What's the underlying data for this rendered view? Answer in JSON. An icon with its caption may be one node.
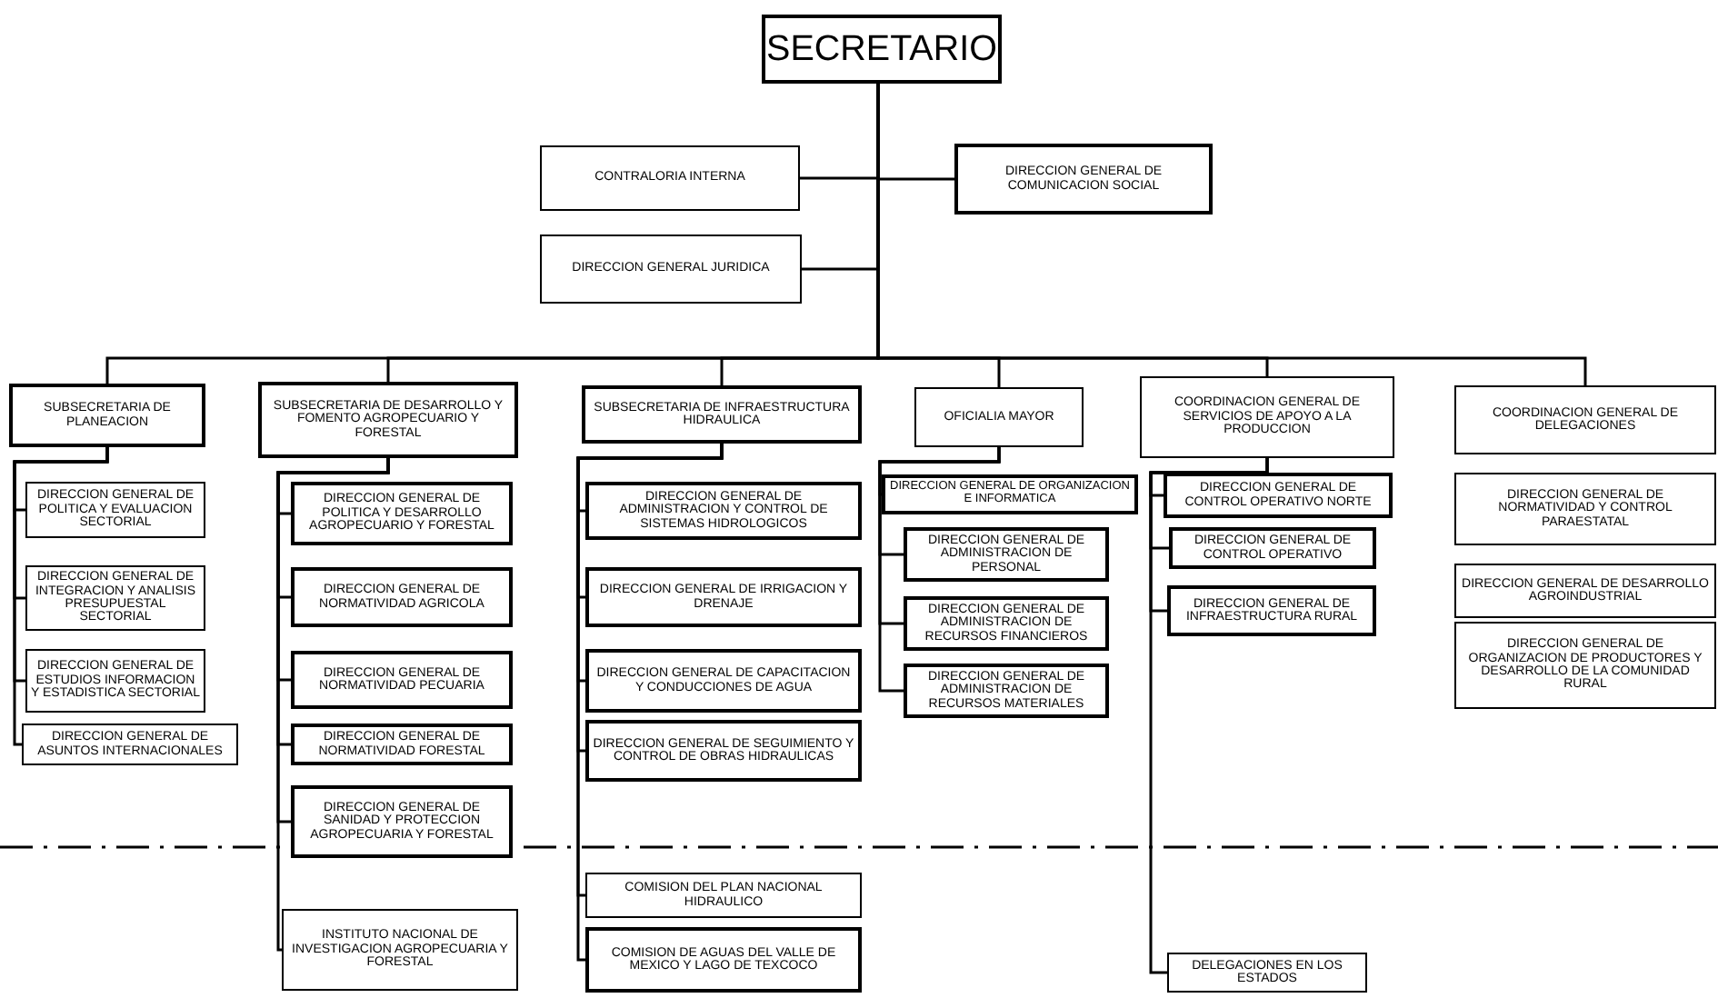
{
  "diagram": {
    "nodes": [
      {
        "text": [
          "SECRETARIO"
        ]
      },
      {
        "text": [
          "CONTRALORIA INTERNA"
        ]
      },
      {
        "text": [
          "DIRECCION GENERAL DE COMUNICACION SOCIAL"
        ]
      },
      {
        "text": [
          "DIRECCION GENERAL JURIDICA"
        ]
      },
      {
        "text": [
          "SUBSECRETARIA DE PLANEACION"
        ]
      },
      {
        "text": [
          "SUBSECRETARIA DE DESARROLLO Y FOMENTO AGROPECUARIO Y FORESTAL"
        ]
      },
      {
        "text": [
          "SUBSECRETARIA DE INFRAESTRUCTURA HIDRAULICA"
        ]
      },
      {
        "text": [
          "OFICIALIA MAYOR"
        ]
      },
      {
        "text": [
          "COORDINACION GENERAL DE SERVICIOS DE APOYO A LA PRODUCCION"
        ]
      },
      {
        "text": [
          "COORDINACION GENERAL DE DELEGACIONES"
        ]
      },
      {
        "text": [
          "DIRECCION GENERAL DE POLITICA Y EVALUACION SECTORIAL"
        ]
      },
      {
        "text": [
          "DIRECCION GENERAL DE INTEGRACION Y ANALISIS PRESUPUESTAL SECTORIAL"
        ]
      },
      {
        "text": [
          "DIRECCION GENERAL DE ESTUDIOS INFORMACION Y ESTADISTICA SECTORIAL"
        ]
      },
      {
        "text": [
          "DIRECCION GENERAL DE ASUNTOS INTERNACIONALES"
        ]
      },
      {
        "text": [
          "DIRECCION GENERAL DE POLITICA Y DESARROLLO AGROPECUARIO Y FORESTAL"
        ]
      },
      {
        "text": [
          "DIRECCION GENERAL DE NORMATIVIDAD AGRICOLA"
        ]
      },
      {
        "text": [
          "DIRECCION GENERAL DE NORMATIVIDAD PECUARIA"
        ]
      },
      {
        "text": [
          "DIRECCION GENERAL DE NORMATIVIDAD FORESTAL"
        ]
      },
      {
        "text": [
          "DIRECCION GENERAL DE SANIDAD Y PROTECCION AGROPECUARIA Y FORESTAL"
        ]
      },
      {
        "text": [
          "INSTITUTO NACIONAL DE INVESTIGACION AGROPECUARIA Y FORESTAL"
        ]
      },
      {
        "text": [
          "DIRECCION GENERAL DE ADMINISTRACION Y CONTROL DE SISTEMAS HIDROLOGICOS"
        ]
      },
      {
        "text": [
          "DIRECCION GENERAL DE IRRIGACION Y DRENAJE"
        ]
      },
      {
        "text": [
          "DIRECCION GENERAL DE CAPACITACION Y CONDUCCIONES DE AGUA"
        ]
      },
      {
        "text": [
          "DIRECCION GENERAL DE SEGUIMIENTO Y CONTROL DE OBRAS HIDRAULICAS"
        ]
      },
      {
        "text": [
          "COMISION DEL PLAN NACIONAL HIDRAULICO"
        ]
      },
      {
        "text": [
          "COMISION DE AGUAS DEL VALLE DE MEXICO Y LAGO DE TEXCOCO"
        ]
      },
      {
        "text": [
          "DIRECCION GENERAL DE ORGANIZACION E INFORMATICA"
        ]
      },
      {
        "text": [
          "DIRECCION GENERAL DE ADMINISTRACION DE PERSONAL"
        ]
      },
      {
        "text": [
          "DIRECCION GENERAL DE ADMINISTRACION DE RECURSOS FINANCIEROS"
        ]
      },
      {
        "text": [
          "DIRECCION GENERAL DE ADMINISTRACION DE RECURSOS MATERIALES"
        ]
      },
      {
        "text": [
          "DIRECCION GENERAL DE CONTROL OPERATIVO NORTE"
        ]
      },
      {
        "text": [
          "DIRECCION GENERAL DE CONTROL OPERATIVO"
        ]
      },
      {
        "text": [
          "DIRECCION GENERAL DE INFRAESTRUCTURA RURAL"
        ]
      },
      {
        "text": [
          "DELEGACIONES EN LOS ESTADOS"
        ]
      },
      {
        "text": [
          "DIRECCION GENERAL DE NORMATIVIDAD Y CONTROL PARAESTATAL"
        ]
      },
      {
        "text": [
          "DIRECCION GENERAL DE DESARROLLO AGROINDUSTRIAL"
        ]
      },
      {
        "text": [
          "DIRECCION GENERAL DE ORGANIZACION DE PRODUCTORES Y DESARROLLO DE LA COMUNIDAD RURAL"
        ]
      }
    ],
    "edges": [
      {
        "from": 0,
        "to": 1,
        "arrow": "none"
      },
      {
        "from": 0,
        "to": 2,
        "arrow": "none"
      },
      {
        "from": 0,
        "to": 3,
        "arrow": "none"
      },
      {
        "from": 0,
        "to": 4,
        "arrow": "none"
      },
      {
        "from": 0,
        "to": 5,
        "arrow": "none"
      },
      {
        "from": 0,
        "to": 6,
        "arrow": "none"
      },
      {
        "from": 0,
        "to": 7,
        "arrow": "none"
      },
      {
        "from": 0,
        "to": 8,
        "arrow": "none"
      },
      {
        "from": 0,
        "to": 9,
        "arrow": "none"
      },
      {
        "from": 4,
        "to": 10,
        "arrow": "none"
      },
      {
        "from": 4,
        "to": 11,
        "arrow": "none"
      },
      {
        "from": 4,
        "to": 12,
        "arrow": "none"
      },
      {
        "from": 4,
        "to": 13,
        "arrow": "none"
      },
      {
        "from": 5,
        "to": 14,
        "arrow": "none"
      },
      {
        "from": 5,
        "to": 15,
        "arrow": "none"
      },
      {
        "from": 5,
        "to": 16,
        "arrow": "none"
      },
      {
        "from": 5,
        "to": 17,
        "arrow": "none"
      },
      {
        "from": 5,
        "to": 18,
        "arrow": "none"
      },
      {
        "from": 5,
        "to": 19,
        "arrow": "none"
      },
      {
        "from": 6,
        "to": 20,
        "arrow": "none"
      },
      {
        "from": 6,
        "to": 21,
        "arrow": "none"
      },
      {
        "from": 6,
        "to": 22,
        "arrow": "none"
      },
      {
        "from": 6,
        "to": 23,
        "arrow": "none"
      },
      {
        "from": 6,
        "to": 24,
        "arrow": "none"
      },
      {
        "from": 6,
        "to": 25,
        "arrow": "none"
      },
      {
        "from": 7,
        "to": 26,
        "arrow": "none"
      },
      {
        "from": 7,
        "to": 27,
        "arrow": "none"
      },
      {
        "from": 7,
        "to": 28,
        "arrow": "none"
      },
      {
        "from": 7,
        "to": 29,
        "arrow": "none"
      },
      {
        "from": 8,
        "to": 30,
        "arrow": "none"
      },
      {
        "from": 8,
        "to": 31,
        "arrow": "none"
      },
      {
        "from": 8,
        "to": 32,
        "arrow": "none"
      },
      {
        "from": 8,
        "to": 33,
        "arrow": "none"
      }
    ]
  }
}
